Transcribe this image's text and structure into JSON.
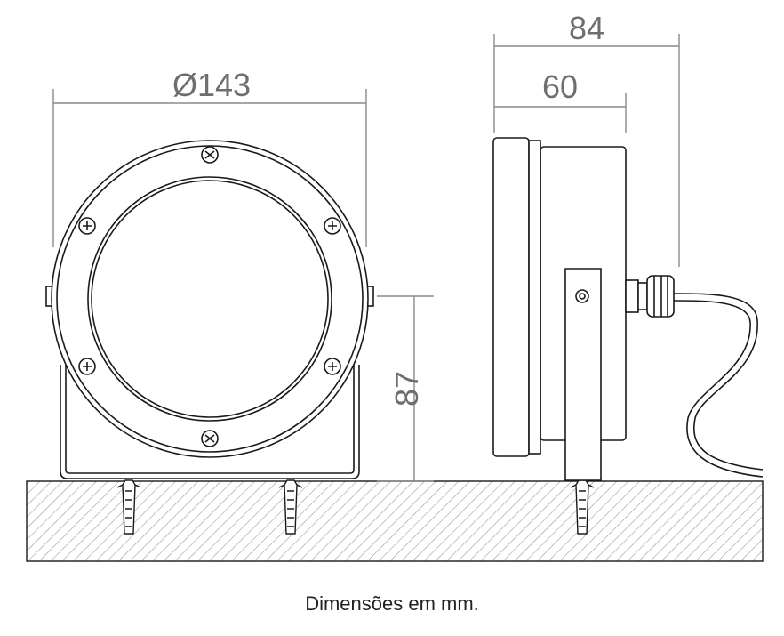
{
  "dimensions": {
    "diameter_label": "Ø143",
    "depth_total_label": "84",
    "depth_body_label": "60",
    "height_axis_label": "87"
  },
  "caption": "Dimensões em mm.",
  "colors": {
    "line": "#1a1a1a",
    "dimension_line": "#8a8a8a",
    "dimension_text": "#6e6e6e",
    "hatch": "#9a9a9a"
  }
}
